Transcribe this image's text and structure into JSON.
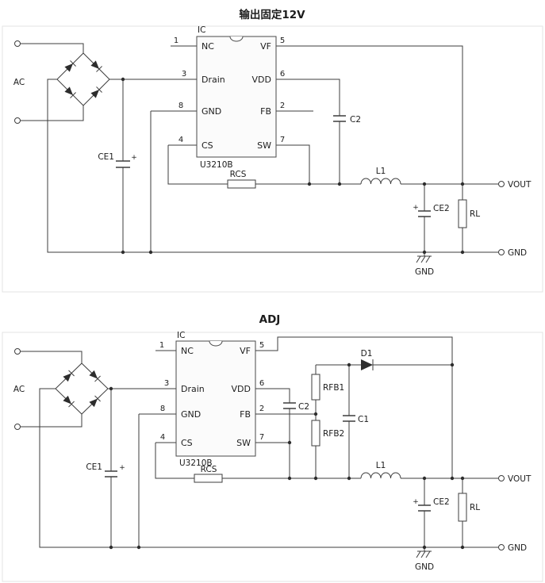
{
  "circuit_top": {
    "title": "输出固定12V",
    "ic": {
      "label": "IC",
      "part": "U3210B"
    },
    "pins": {
      "left": [
        {
          "num": "1",
          "name": "NC"
        },
        {
          "num": "3",
          "name": "Drain"
        },
        {
          "num": "8",
          "name": "GND"
        },
        {
          "num": "4",
          "name": "CS"
        }
      ],
      "right": [
        {
          "num": "5",
          "name": "VF"
        },
        {
          "num": "6",
          "name": "VDD"
        },
        {
          "num": "2",
          "name": "FB"
        },
        {
          "num": "7",
          "name": "SW"
        }
      ]
    },
    "components": {
      "ac": "AC",
      "ce1": "CE1",
      "rcs": "RCS",
      "c2": "C2",
      "l1": "L1",
      "ce2": "CE2",
      "rl": "RL"
    },
    "polarity": "+",
    "terminals": {
      "vout": "VOUT",
      "gnd": "GND"
    },
    "ground_label": "GND"
  },
  "circuit_adj": {
    "title": "ADJ",
    "ic": {
      "label": "IC",
      "part": "U3210B"
    },
    "pins": {
      "left": [
        {
          "num": "1",
          "name": "NC"
        },
        {
          "num": "3",
          "name": "Drain"
        },
        {
          "num": "8",
          "name": "GND"
        },
        {
          "num": "4",
          "name": "CS"
        }
      ],
      "right": [
        {
          "num": "5",
          "name": "VF"
        },
        {
          "num": "6",
          "name": "VDD"
        },
        {
          "num": "2",
          "name": "FB"
        },
        {
          "num": "7",
          "name": "SW"
        }
      ]
    },
    "components": {
      "ac": "AC",
      "ce1": "CE1",
      "rcs": "RCS",
      "c2": "C2",
      "d1": "D1",
      "rfb1": "RFB1",
      "rfb2": "RFB2",
      "c1": "C1",
      "l1": "L1",
      "ce2": "CE2",
      "rl": "RL"
    },
    "polarity": "+",
    "terminals": {
      "vout": "VOUT",
      "gnd": "GND"
    },
    "ground_label": "GND"
  }
}
